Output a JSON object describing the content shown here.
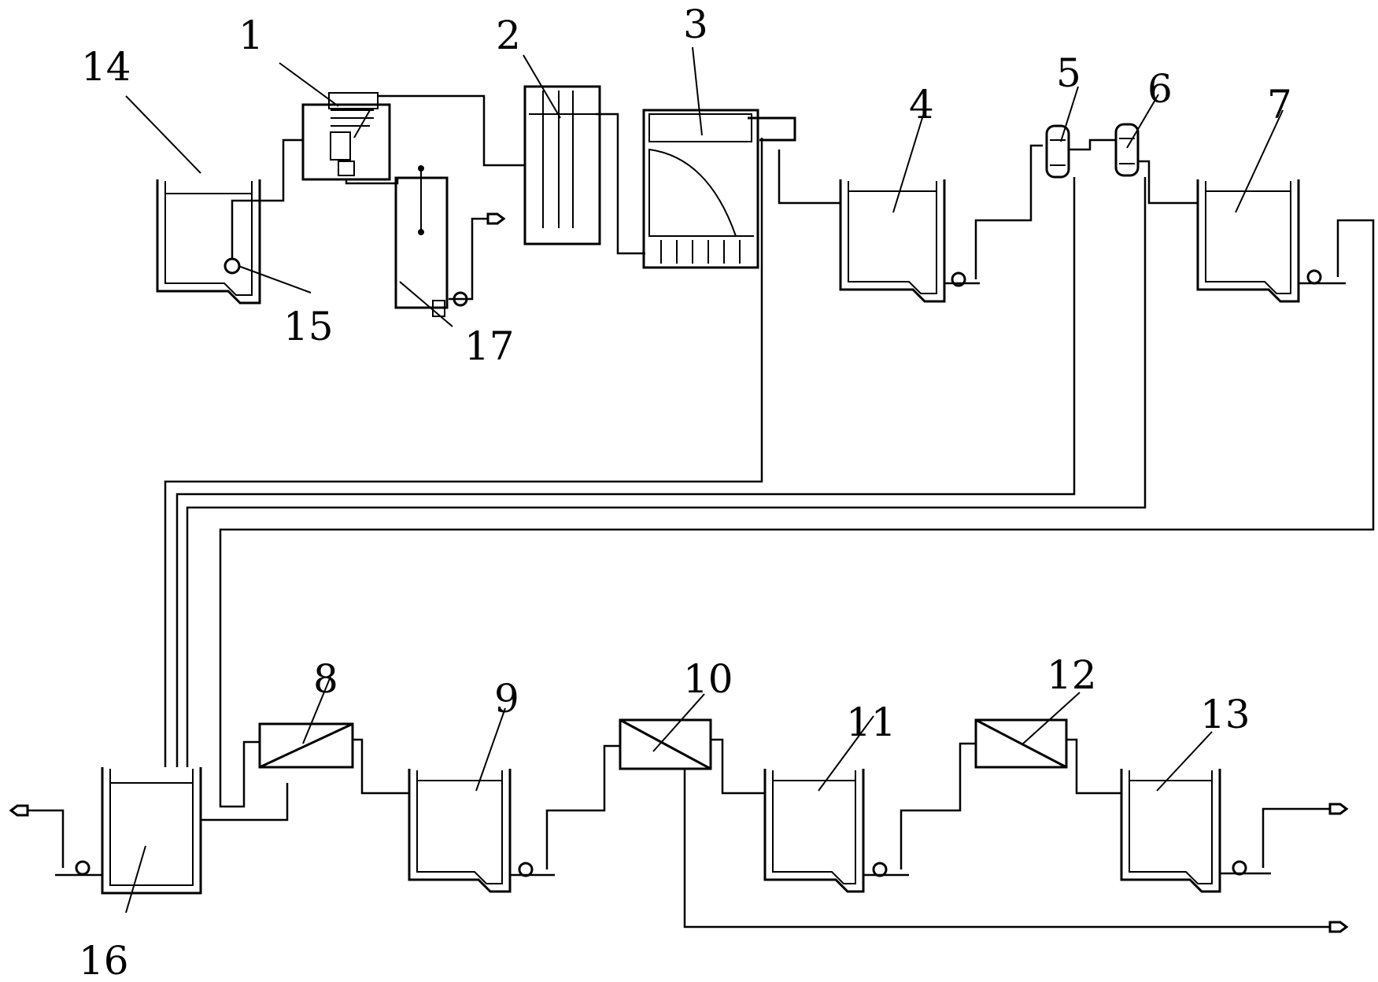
{
  "labels": {
    "n1": "1",
    "n2": "2",
    "n3": "3",
    "n4": "4",
    "n5": "5",
    "n6": "6",
    "n7": "7",
    "n8": "8",
    "n9": "9",
    "n10": "10",
    "n11": "11",
    "n12": "12",
    "n13": "13",
    "n14": "14",
    "n15": "15",
    "n16": "16",
    "n17": "17"
  },
  "icons": {
    "tank": "open-tank-icon",
    "pump": "pump-icon",
    "membrane": "membrane-module-icon",
    "filter": "cartridge-filter-icon",
    "outlet": "outlet-arrow-icon"
  }
}
